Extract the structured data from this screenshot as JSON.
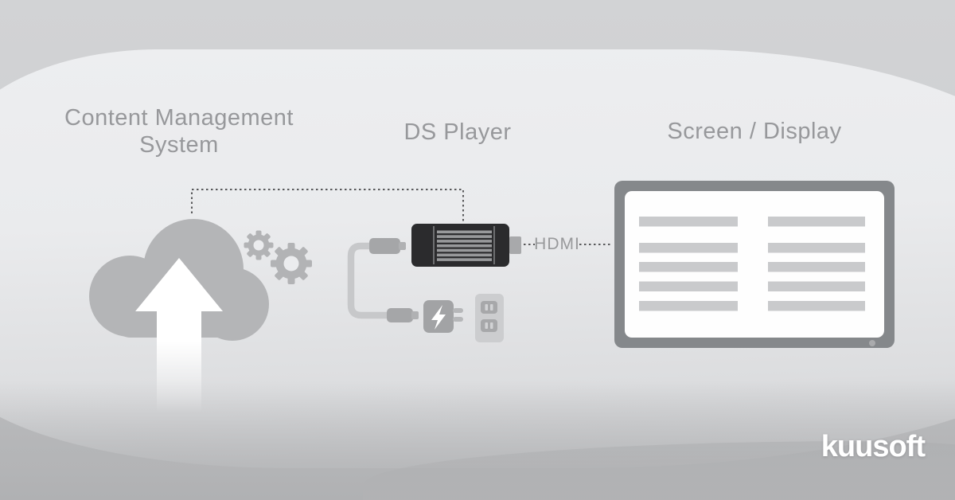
{
  "diagram": {
    "nodes": [
      {
        "id": "cms",
        "label_line1": "Content Management",
        "label_line2": "System",
        "icon": "cloud-upload-icon",
        "secondary_icon": "gears-icon"
      },
      {
        "id": "player",
        "label": "DS Player",
        "icon": "hdmi-stick-icon",
        "accessories": [
          "usb-cable-icon",
          "power-adapter-icon",
          "wall-outlet-icon"
        ]
      },
      {
        "id": "screen",
        "label": "Screen / Display",
        "icon": "display-icon",
        "content_bars_per_column": 5,
        "content_columns": 2
      }
    ],
    "connections": [
      {
        "from": "cms",
        "to": "player",
        "style": "dotted",
        "label": ""
      },
      {
        "from": "player",
        "to": "screen",
        "style": "dotted",
        "label": "HDMI"
      }
    ]
  },
  "brand": {
    "logo_text": "kuusoft"
  },
  "palette": {
    "background_top": "#d2d3d5",
    "background_bottom": "#b3b4b6",
    "panel_light": "#ebecee",
    "device_dark": "#2b2b2d",
    "icon_gray": "#b4b5b7",
    "bezel_gray": "#85888b",
    "content_bar_gray": "#c9cacc",
    "label_text_gray": "#97989b",
    "dotted_line_gray": "#58585a",
    "logo_white": "#ffffff"
  }
}
